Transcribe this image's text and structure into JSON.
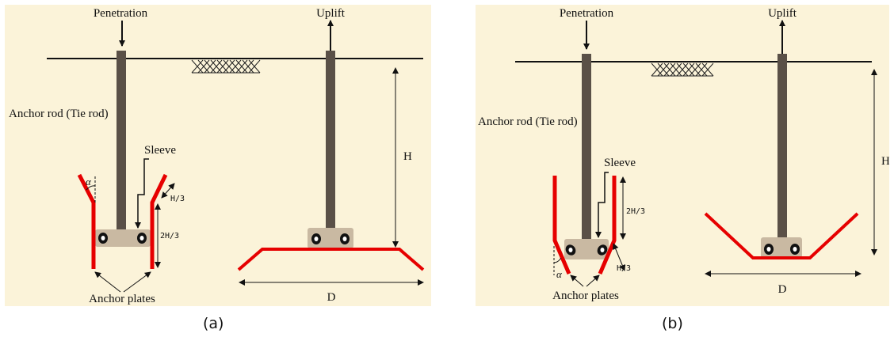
{
  "figure": {
    "background": "#fbf3d9",
    "rod_color": "#5a5047",
    "plate_color": "#e60000",
    "sleeve_color": "#c9b9a2",
    "panels": [
      {
        "caption": "(a)",
        "labels": {
          "penetration": "Penetration",
          "uplift": "Uplift",
          "anchor_rod": "Anchor rod (Tie rod)",
          "sleeve": "Sleeve",
          "alpha": "α",
          "h_third": "H/3",
          "two_h_third": "2H/3",
          "anchor_plates": "Anchor plates",
          "h": "H",
          "d": "D"
        }
      },
      {
        "caption": "(b)",
        "labels": {
          "penetration": "Penetration",
          "uplift": "Uplift",
          "anchor_rod": "Anchor rod (Tie rod)",
          "sleeve": "Sleeve",
          "alpha": "α",
          "h_third": "H/3",
          "two_h_third": "2H/3",
          "anchor_plates": "Anchor plates",
          "h": "H",
          "d": "D"
        }
      }
    ]
  }
}
